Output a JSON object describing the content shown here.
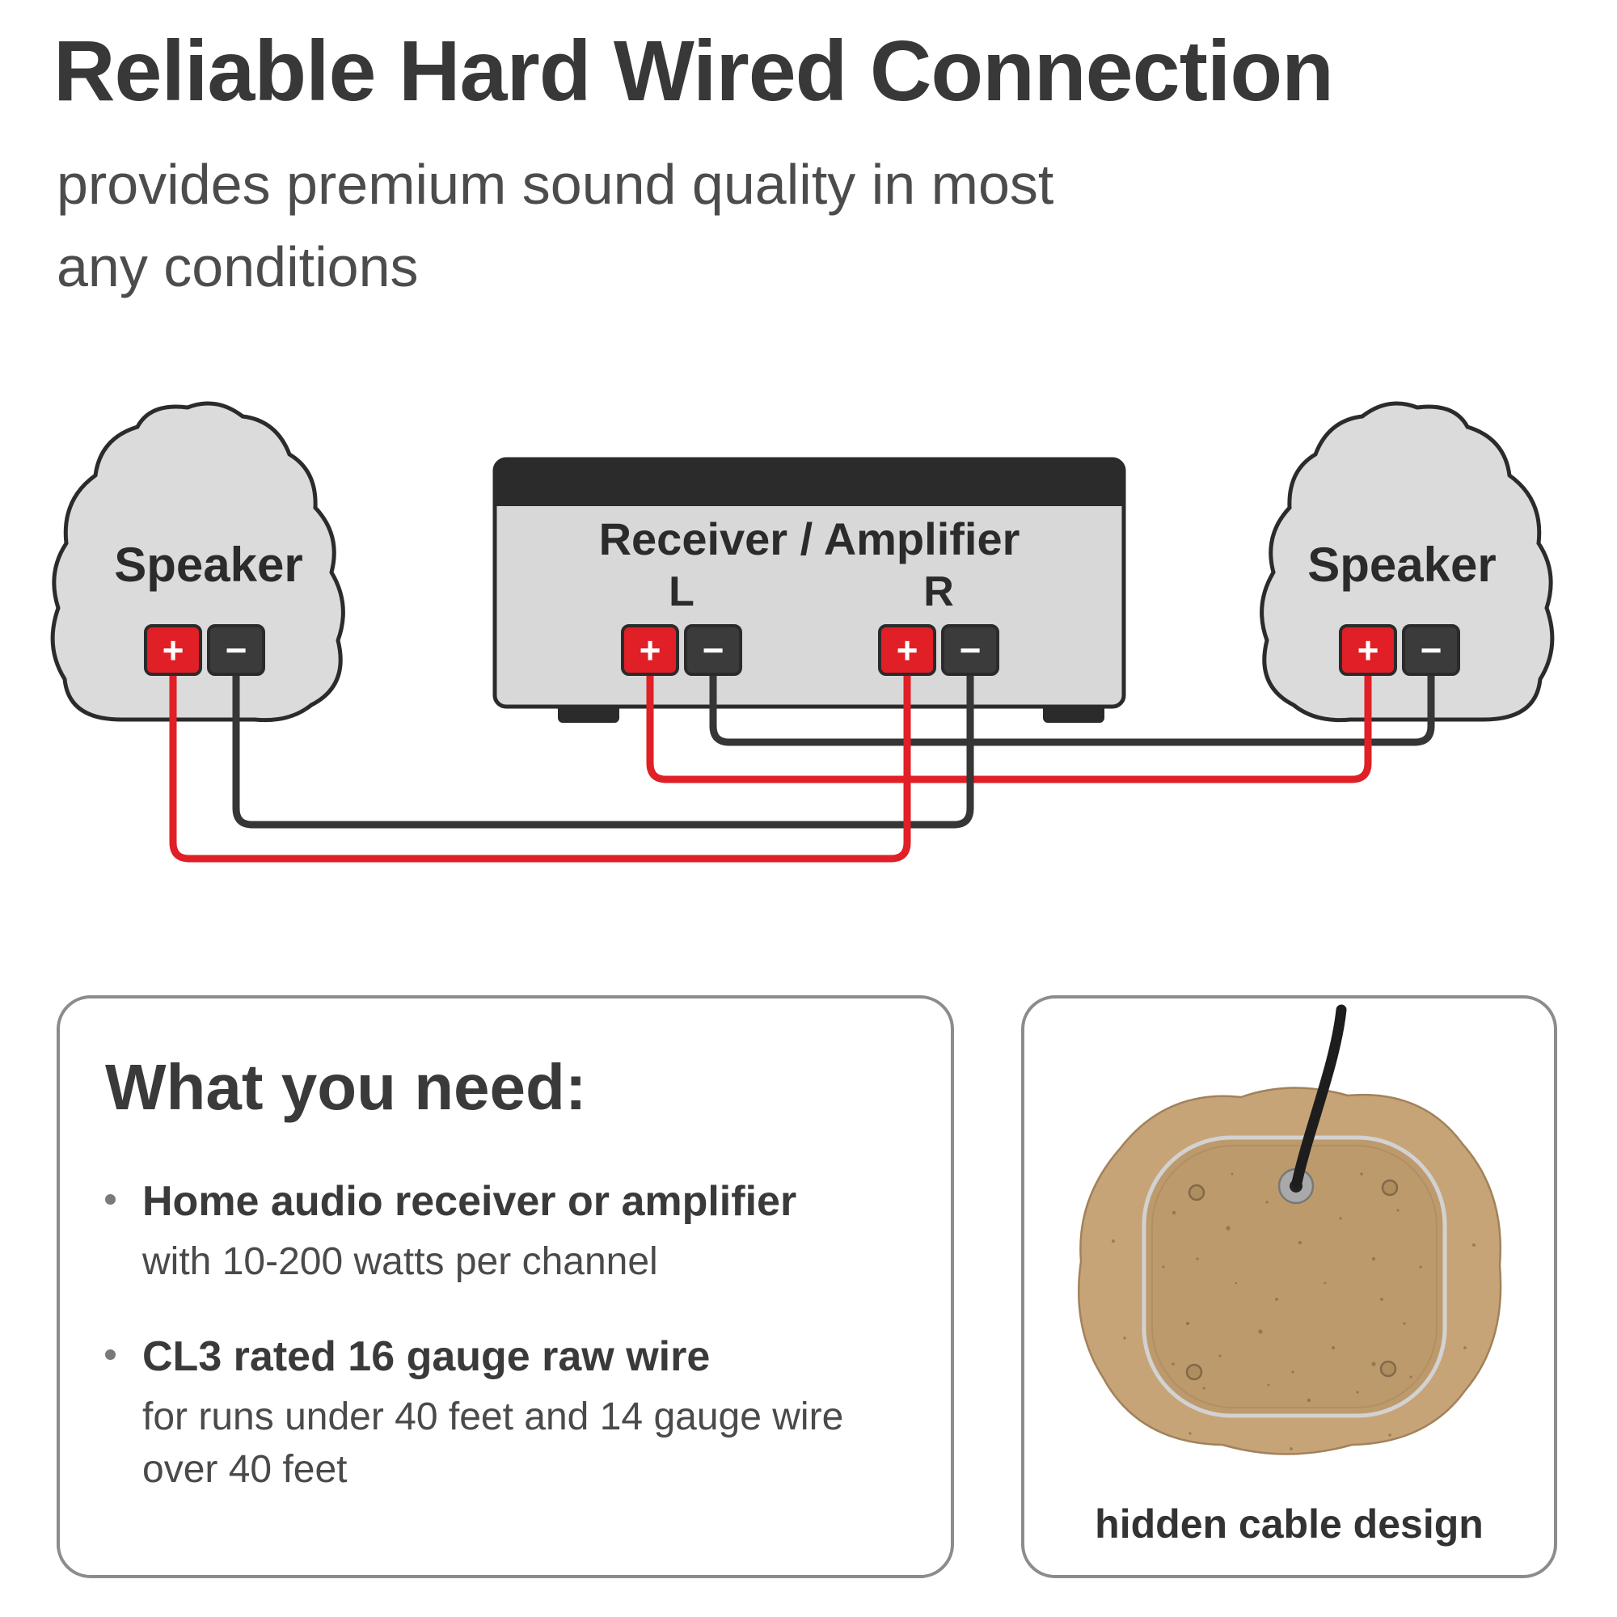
{
  "header": {
    "title": "Reliable Hard Wired Connection",
    "subtitle_line1": "provides premium sound quality in most",
    "subtitle_line2": "any conditions"
  },
  "diagram": {
    "left_speaker_label": "Speaker",
    "right_speaker_label": "Speaker",
    "receiver_label": "Receiver / Amplifier",
    "left_channel_label": "L",
    "right_channel_label": "R",
    "terminal": {
      "positive": "+",
      "negative": "−"
    },
    "colors": {
      "positive_red": "#e01f26",
      "negative_dark": "#3b3b3b",
      "wire_red": "#e01f26",
      "wire_black": "#363636",
      "rock_fill": "#dbdbdb",
      "outline": "#2b2b2b"
    }
  },
  "what_you_need": {
    "heading": "What you need:",
    "items": [
      {
        "title": "Home audio receiver or amplifier",
        "detail": "with 10-200 watts per channel"
      },
      {
        "title": "CL3 rated 16 gauge raw wire",
        "detail": "for runs under 40 feet and 14 gauge wire over 40 feet"
      }
    ]
  },
  "hidden_cable_box": {
    "caption": "hidden cable design"
  }
}
